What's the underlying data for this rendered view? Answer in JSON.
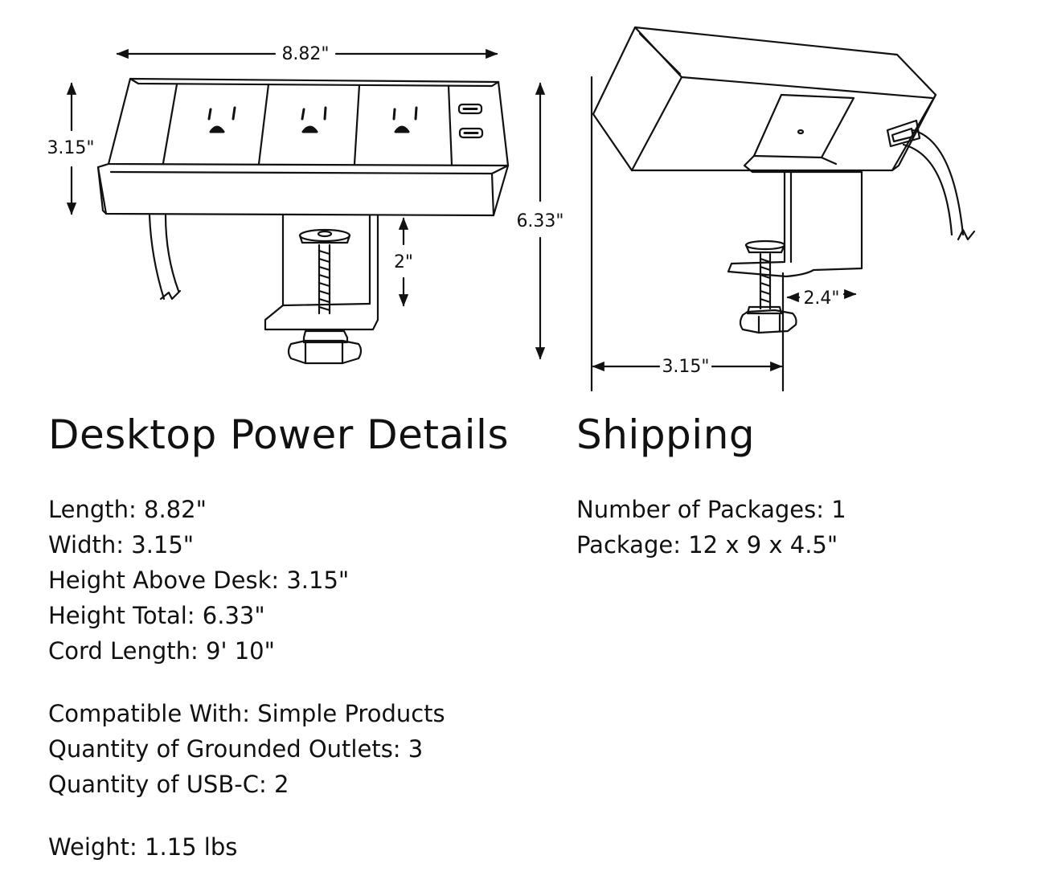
{
  "diagram": {
    "front_view": {
      "length_label": "8.82\"",
      "above_desk_label": "3.15\"",
      "clamp_gap_label": "2\"",
      "total_height_label": "6.33\""
    },
    "side_view": {
      "clamp_depth_label": "2.4\"",
      "width_label": "3.15\""
    }
  },
  "details": {
    "title": "Desktop Power Details",
    "groups": [
      {
        "lines": [
          "Length: 8.82\"",
          "Width: 3.15\"",
          "Height Above Desk: 3.15\"",
          "Height Total: 6.33\"",
          "Cord Length: 9' 10\""
        ]
      },
      {
        "lines": [
          "Compatible With: Simple Products",
          "Quantity of Grounded Outlets: 3",
          "Quantity of USB-C: 2"
        ]
      },
      {
        "lines": [
          "Weight: 1.15 lbs"
        ]
      }
    ]
  },
  "shipping": {
    "title": "Shipping",
    "groups": [
      {
        "lines": [
          "Number of Packages: 1",
          "Package: 12 x 9 x 4.5\""
        ]
      }
    ]
  }
}
